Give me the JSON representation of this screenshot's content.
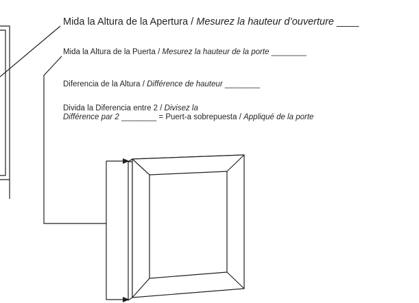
{
  "instructions": {
    "opening_height": {
      "spanish": "Mida la Altura de la Apertura",
      "separator": " / ",
      "french": "Mesurez la hauteur d’ouverture",
      "blank": " ____"
    },
    "door_height": {
      "spanish": "Mida la Altura de la Puerta",
      "separator": "  /  ",
      "french": "Mesurez la hauteur de la porte",
      "blank": " ________"
    },
    "height_difference": {
      "spanish": "Diferencia de la Altura",
      "separator": " / ",
      "french": "Différence de hauteur",
      "blank": " ________"
    },
    "divide_difference": {
      "spanish": "Divida la Diferencia entre 2",
      "separator": " / ",
      "french_line1": "Divisez la",
      "french_line2": "Différence par 2",
      "blank": "  ________",
      "equals": " = ",
      "result_spanish": "Puert-a sobrepuesta",
      "result_separator": " / ",
      "result_french": "Appliqué de la porte"
    }
  },
  "illustration": {
    "subject": "door-panel",
    "stroke_color": "#231f20",
    "fill_color": "#ffffff"
  }
}
